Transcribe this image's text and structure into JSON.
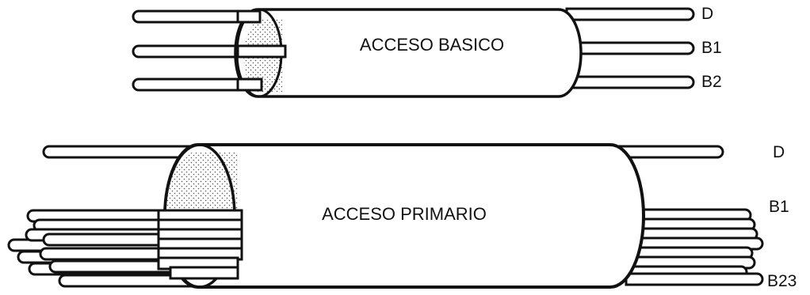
{
  "basic": {
    "title": "ACCESO BASICO",
    "channels": [
      "D",
      "B1",
      "B2"
    ]
  },
  "primary": {
    "title": "ACCESO PRIMARIO",
    "channels": [
      "D",
      "B1",
      "B23"
    ]
  },
  "colors": {
    "ink": "#111111",
    "paper": "#ffffff",
    "stipple": "#555555"
  }
}
